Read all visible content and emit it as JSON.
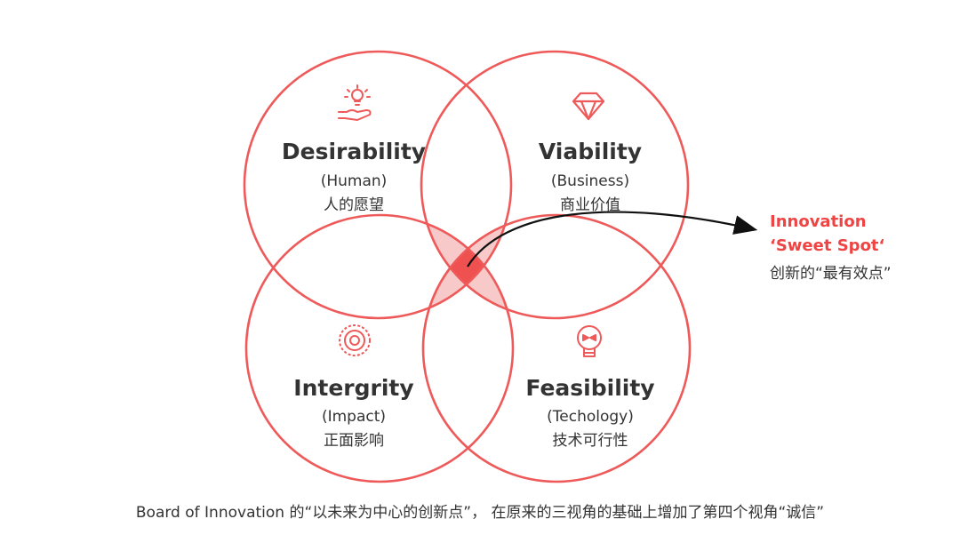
{
  "colors": {
    "accent": "#ee5a5a",
    "lens": "#f8c9c9",
    "center": "#ef5050",
    "text": "#333333",
    "callout": "#ee4444"
  },
  "circles": [
    {
      "title": "Desirability",
      "subtitle": "(Human)",
      "chinese": "人的愿望",
      "icon": "lightbulb-hand-icon"
    },
    {
      "title": "Viability",
      "subtitle": "(Business)",
      "chinese": "商业价值",
      "icon": "diamond-icon"
    },
    {
      "title": "Intergrity",
      "subtitle": "(Impact)",
      "chinese": "正面影响",
      "icon": "target-icon"
    },
    {
      "title": "Feasibility",
      "subtitle": "(Techology)",
      "chinese": "技术可行性",
      "icon": "lightbulb-bow-icon"
    }
  ],
  "callout": {
    "line1": "Innovation",
    "line2": "‘Sweet Spot‘",
    "line3": "创新的“最有效点”"
  },
  "caption": "Board of Innovation 的“以未来为中心的创新点”， 在原来的三视角的基础上增加了第四个视角“诚信”"
}
